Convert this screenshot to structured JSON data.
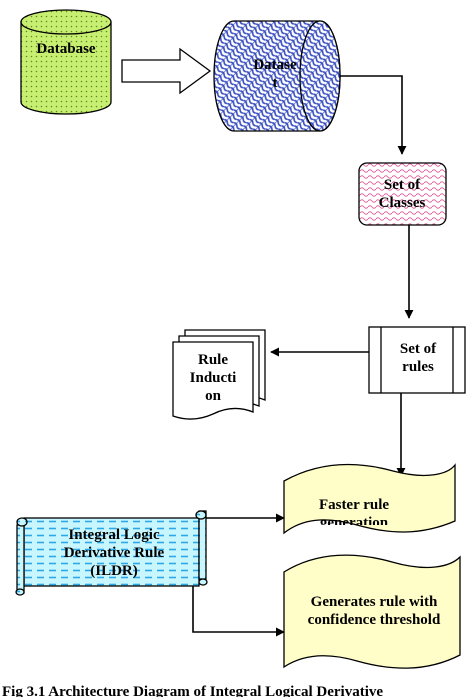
{
  "nodes": {
    "database": "Database",
    "dataset": [
      "Datase",
      "t"
    ],
    "classes": [
      "Set of",
      "Classes"
    ],
    "rules": [
      "Set of",
      "rules"
    ],
    "rule_induction": [
      "Rule",
      "Inducti",
      "on"
    ],
    "faster": [
      "Faster rule",
      "generation"
    ],
    "ildr": [
      "Integral Logic",
      "Derivative Rule",
      "(ILDR)"
    ],
    "confidence": [
      "Generates rule with",
      "confidence threshold"
    ]
  },
  "caption": "Fig 3.1 Architecture Diagram of Integral Logical Derivative",
  "colors": {
    "database_fill": "#c8ef72",
    "dataset_fill": "#3a4fc0",
    "classes_fill": "#f2b3d2",
    "scroll_fill": "#fffdc8",
    "ildr_fill": "#c8f6ff",
    "ildr_dash": "#2da8e6"
  }
}
